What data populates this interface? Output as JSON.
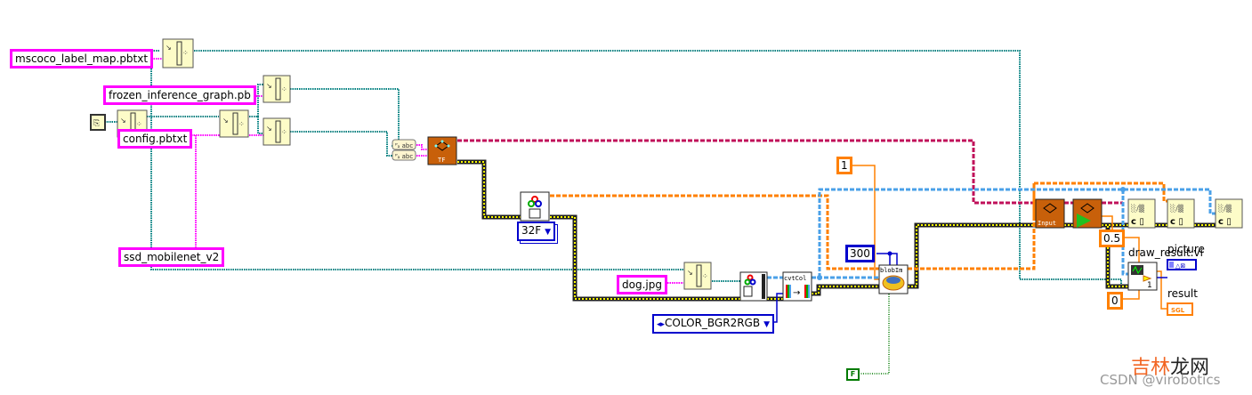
{
  "diagram": {
    "type": "LabVIEW block diagram",
    "string_constants": {
      "label_map": "mscoco_label_map.pbtxt",
      "frozen_graph": "frozen_inference_graph.pb",
      "config": "config.pbtxt",
      "model_name": "ssd_mobilenet_v2",
      "image_file": "dog.jpg"
    },
    "numeric_constants": {
      "scale": "1",
      "size": "300",
      "threshold": "0.5",
      "zero": "0",
      "bool_false": "F"
    },
    "enums": {
      "mat_type": "32F",
      "color_code": "COLOR_BGR2RGB"
    },
    "nodes": {
      "tf_load": "TF",
      "blob": "blobIm",
      "cvt_color": "cvtCol",
      "net_input": "Input",
      "draw_result": "draw_result.vi",
      "draw_result_index": "1"
    },
    "indicators": {
      "picture": "picture",
      "result": "result",
      "result_type": "SGL"
    },
    "wire_colors": {
      "path": "#007f7f",
      "string": "#ff00ff",
      "refnum": "#c0105a",
      "image_cluster": "#4aa0e8",
      "orange_numeric": "#ff8000",
      "error_cluster": "#7a7a00",
      "boolean": "#007a00",
      "integer": "#0000cc"
    }
  },
  "watermark": {
    "cn_part1": "吉林",
    "cn_part2": "龙网",
    "en": "CSDN @virobotics"
  }
}
